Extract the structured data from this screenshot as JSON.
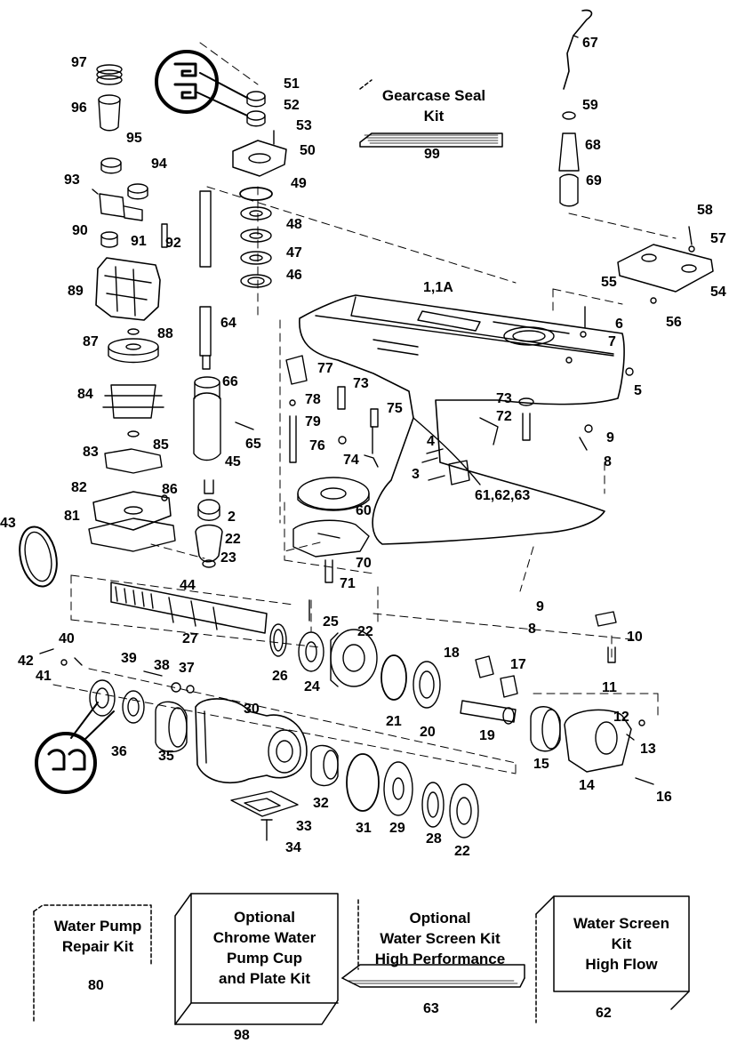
{
  "diagram": {
    "assembly": "1,1A",
    "callouts": [
      {
        "id": "c97",
        "text": "97"
      },
      {
        "id": "c96",
        "text": "96"
      },
      {
        "id": "c95",
        "text": "95"
      },
      {
        "id": "c94",
        "text": "94"
      },
      {
        "id": "c93",
        "text": "93"
      },
      {
        "id": "c90",
        "text": "90"
      },
      {
        "id": "c91",
        "text": "91"
      },
      {
        "id": "c92",
        "text": "92"
      },
      {
        "id": "c89",
        "text": "89"
      },
      {
        "id": "c88",
        "text": "88"
      },
      {
        "id": "c87",
        "text": "87"
      },
      {
        "id": "c84",
        "text": "84"
      },
      {
        "id": "c85",
        "text": "85"
      },
      {
        "id": "c83",
        "text": "83"
      },
      {
        "id": "c82",
        "text": "82"
      },
      {
        "id": "c86",
        "text": "86"
      },
      {
        "id": "c81",
        "text": "81"
      },
      {
        "id": "c43",
        "text": "43"
      },
      {
        "id": "c51",
        "text": "51"
      },
      {
        "id": "c52",
        "text": "52"
      },
      {
        "id": "c53",
        "text": "53"
      },
      {
        "id": "c50",
        "text": "50"
      },
      {
        "id": "c49",
        "text": "49"
      },
      {
        "id": "c48",
        "text": "48"
      },
      {
        "id": "c47",
        "text": "47"
      },
      {
        "id": "c46",
        "text": "46"
      },
      {
        "id": "c64",
        "text": "64"
      },
      {
        "id": "c66",
        "text": "66"
      },
      {
        "id": "c65",
        "text": "65"
      },
      {
        "id": "c45",
        "text": "45"
      },
      {
        "id": "c2",
        "text": "2"
      },
      {
        "id": "c22a",
        "text": "22"
      },
      {
        "id": "c23",
        "text": "23"
      },
      {
        "id": "c44",
        "text": "44"
      },
      {
        "id": "c67",
        "text": "67"
      },
      {
        "id": "c59",
        "text": "59"
      },
      {
        "id": "c68",
        "text": "68"
      },
      {
        "id": "c69",
        "text": "69"
      },
      {
        "id": "c58",
        "text": "58"
      },
      {
        "id": "c57",
        "text": "57"
      },
      {
        "id": "c55",
        "text": "55"
      },
      {
        "id": "c54",
        "text": "54"
      },
      {
        "id": "c56",
        "text": "56"
      },
      {
        "id": "c6",
        "text": "6"
      },
      {
        "id": "c7",
        "text": "7"
      },
      {
        "id": "c5",
        "text": "5"
      },
      {
        "id": "c77",
        "text": "77"
      },
      {
        "id": "c73a",
        "text": "73"
      },
      {
        "id": "c78",
        "text": "78"
      },
      {
        "id": "c79",
        "text": "79"
      },
      {
        "id": "c75",
        "text": "75"
      },
      {
        "id": "c76",
        "text": "76"
      },
      {
        "id": "c74",
        "text": "74"
      },
      {
        "id": "c73b",
        "text": "73"
      },
      {
        "id": "c72",
        "text": "72"
      },
      {
        "id": "c4",
        "text": "4"
      },
      {
        "id": "c3",
        "text": "3"
      },
      {
        "id": "c9a",
        "text": "9"
      },
      {
        "id": "c8a",
        "text": "8"
      },
      {
        "id": "c616263",
        "text": "61,62,63"
      },
      {
        "id": "c60",
        "text": "60"
      },
      {
        "id": "c70",
        "text": "70"
      },
      {
        "id": "c71",
        "text": "71"
      },
      {
        "id": "c9b",
        "text": "9"
      },
      {
        "id": "c8b",
        "text": "8"
      },
      {
        "id": "c10",
        "text": "10"
      },
      {
        "id": "c25",
        "text": "25"
      },
      {
        "id": "c22b",
        "text": "22"
      },
      {
        "id": "c27",
        "text": "27"
      },
      {
        "id": "c26",
        "text": "26"
      },
      {
        "id": "c24",
        "text": "24"
      },
      {
        "id": "c18",
        "text": "18"
      },
      {
        "id": "c17",
        "text": "17"
      },
      {
        "id": "c11",
        "text": "11"
      },
      {
        "id": "c21",
        "text": "21"
      },
      {
        "id": "c20",
        "text": "20"
      },
      {
        "id": "c19",
        "text": "19"
      },
      {
        "id": "c12",
        "text": "12"
      },
      {
        "id": "c13",
        "text": "13"
      },
      {
        "id": "c15",
        "text": "15"
      },
      {
        "id": "c14",
        "text": "14"
      },
      {
        "id": "c16",
        "text": "16"
      },
      {
        "id": "c40",
        "text": "40"
      },
      {
        "id": "c42",
        "text": "42"
      },
      {
        "id": "c41",
        "text": "41"
      },
      {
        "id": "c39",
        "text": "39"
      },
      {
        "id": "c38",
        "text": "38"
      },
      {
        "id": "c37",
        "text": "37"
      },
      {
        "id": "c30",
        "text": "30"
      },
      {
        "id": "c36",
        "text": "36"
      },
      {
        "id": "c35",
        "text": "35"
      },
      {
        "id": "c32",
        "text": "32"
      },
      {
        "id": "c31",
        "text": "31"
      },
      {
        "id": "c29",
        "text": "29"
      },
      {
        "id": "c28",
        "text": "28"
      },
      {
        "id": "c22c",
        "text": "22"
      },
      {
        "id": "c33",
        "text": "33"
      },
      {
        "id": "c34",
        "text": "34"
      }
    ]
  },
  "kits": [
    {
      "id": "kit99",
      "lines": [
        "Gearcase Seal",
        "Kit"
      ],
      "number": "99"
    },
    {
      "id": "kit80",
      "lines": [
        "Water Pump",
        "Repair Kit"
      ],
      "number": "80"
    },
    {
      "id": "kit98",
      "lines": [
        "Optional",
        "Chrome Water",
        "Pump Cup",
        "and Plate Kit"
      ],
      "number": "98"
    },
    {
      "id": "kit63",
      "lines": [
        "Optional",
        "Water Screen Kit",
        "High Performance"
      ],
      "number": "63"
    },
    {
      "id": "kit62",
      "lines": [
        "Water Screen",
        "Kit",
        "High Flow"
      ],
      "number": "62"
    }
  ]
}
